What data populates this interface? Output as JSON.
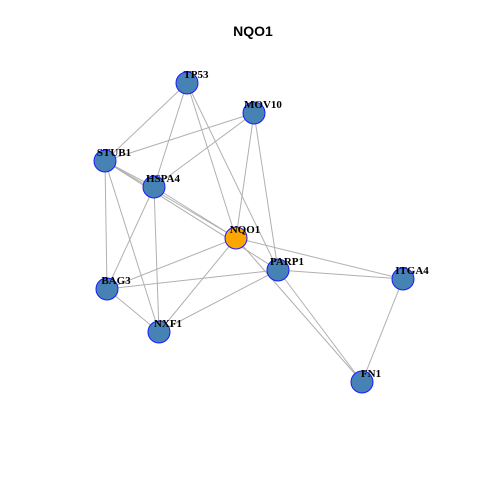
{
  "title": "NQO1",
  "colors": {
    "center_node": "#FFA500",
    "neighbor_node": "#4682B4",
    "node_outline": "#1a1aff",
    "edge": "#b0b0b0"
  },
  "nodes": [
    {
      "id": "NQO1",
      "label": "NQO1",
      "is_center": true
    },
    {
      "id": "TP53",
      "label": "TP53",
      "is_center": false
    },
    {
      "id": "MOV10",
      "label": "MOV10",
      "is_center": false
    },
    {
      "id": "STUB1",
      "label": "STUB1",
      "is_center": false
    },
    {
      "id": "HSPA4",
      "label": "HSPA4",
      "is_center": false
    },
    {
      "id": "PARP1",
      "label": "PARP1",
      "is_center": false
    },
    {
      "id": "ITGA4",
      "label": "ITGA4",
      "is_center": false
    },
    {
      "id": "BAG3",
      "label": "BAG3",
      "is_center": false
    },
    {
      "id": "NXF1",
      "label": "NXF1",
      "is_center": false
    },
    {
      "id": "FN1",
      "label": "FN1",
      "is_center": false
    }
  ],
  "edges": [
    [
      "TP53",
      "STUB1"
    ],
    [
      "TP53",
      "HSPA4"
    ],
    [
      "TP53",
      "NQO1"
    ],
    [
      "TP53",
      "PARP1"
    ],
    [
      "MOV10",
      "STUB1"
    ],
    [
      "MOV10",
      "HSPA4"
    ],
    [
      "MOV10",
      "NQO1"
    ],
    [
      "MOV10",
      "PARP1"
    ],
    [
      "STUB1",
      "HSPA4"
    ],
    [
      "STUB1",
      "NQO1"
    ],
    [
      "STUB1",
      "PARP1"
    ],
    [
      "STUB1",
      "BAG3"
    ],
    [
      "STUB1",
      "NXF1"
    ],
    [
      "HSPA4",
      "NQO1"
    ],
    [
      "HSPA4",
      "BAG3"
    ],
    [
      "HSPA4",
      "NXF1"
    ],
    [
      "NQO1",
      "BAG3"
    ],
    [
      "NQO1",
      "NXF1"
    ],
    [
      "NQO1",
      "ITGA4"
    ],
    [
      "NQO1",
      "FN1"
    ],
    [
      "PARP1",
      "BAG3"
    ],
    [
      "PARP1",
      "NXF1"
    ],
    [
      "PARP1",
      "ITGA4"
    ],
    [
      "PARP1",
      "FN1"
    ],
    [
      "BAG3",
      "NXF1"
    ],
    [
      "ITGA4",
      "FN1"
    ]
  ]
}
